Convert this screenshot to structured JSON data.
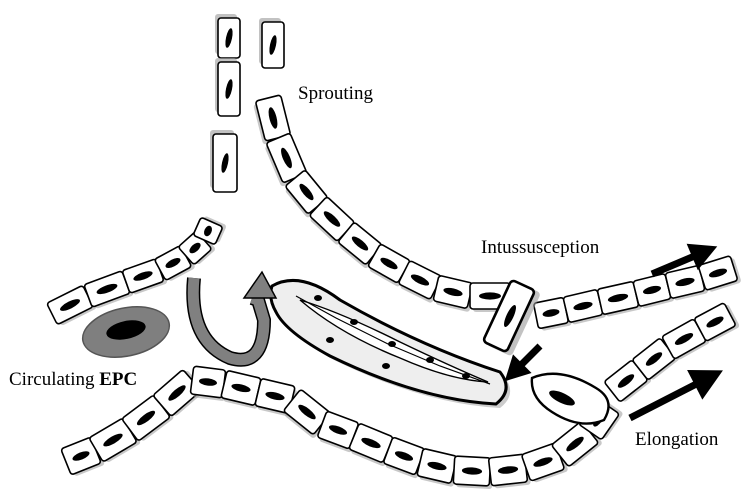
{
  "labels": {
    "sprouting": "Sprouting",
    "intussusception": "Intussusception",
    "elongation": "Elongation",
    "circulating_prefix": "Circulating ",
    "circulating_bold": "EPC"
  },
  "colors": {
    "cell_stroke": "#000000",
    "cell_fill": "#ffffff",
    "cell_shadow": "#9a9a9a",
    "nucleus": "#000000",
    "curved_arrow_fill": "#808080",
    "epc_outer": "#7f7f7f",
    "arrow": "#000000"
  }
}
